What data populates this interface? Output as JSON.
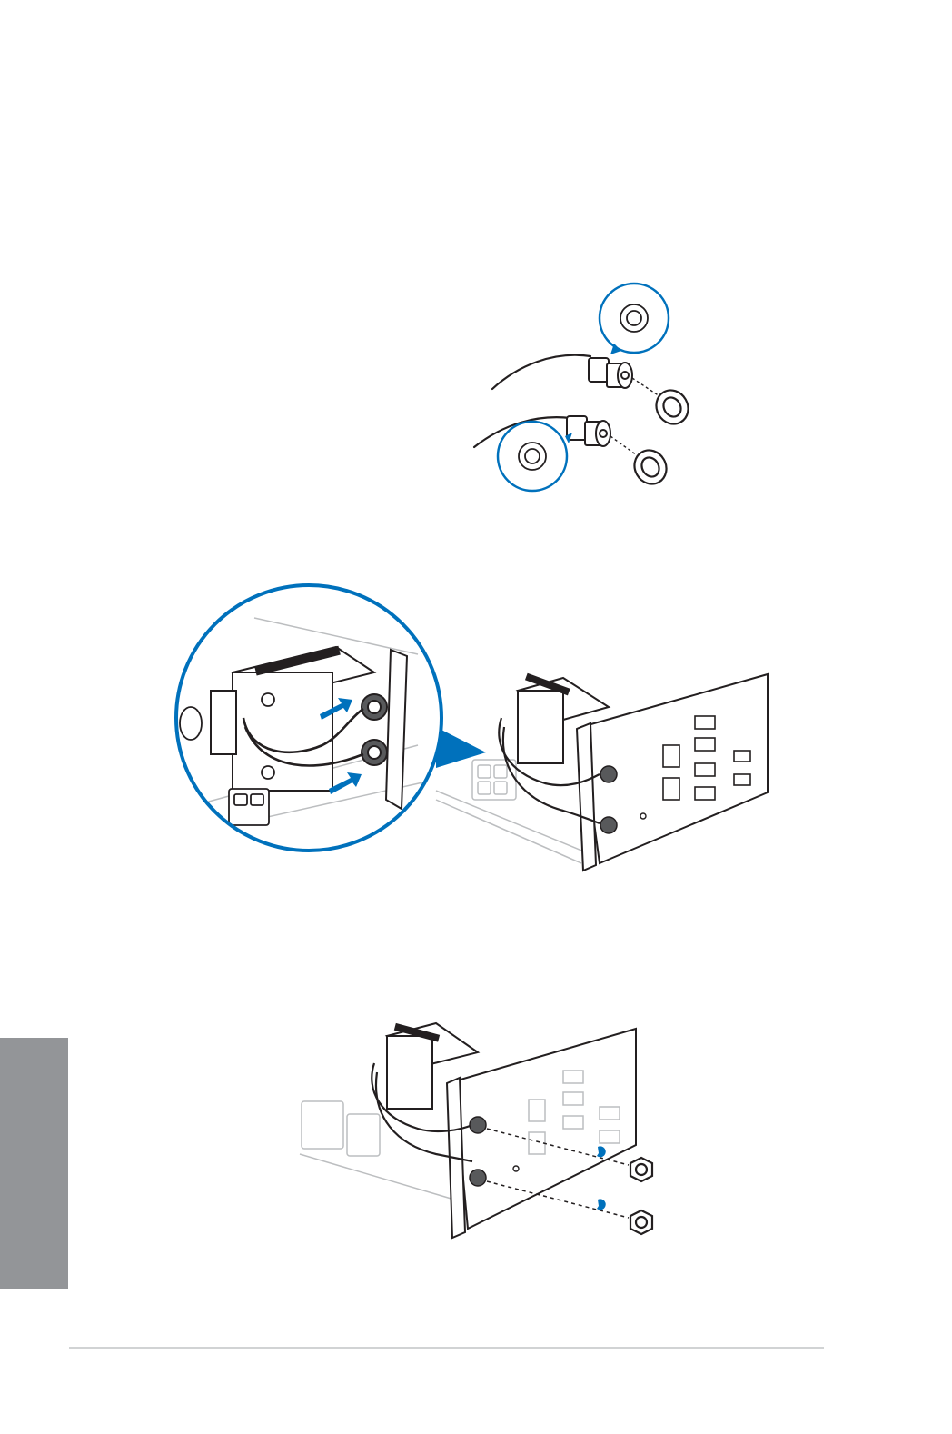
{
  "colors": {
    "accent_blue": "#0071bc",
    "line_art": "#231f20",
    "side_tab": "#939598",
    "footer_rule": "#d1d3d4"
  },
  "illustrations": [
    {
      "id": "fig1",
      "icon": "antenna-connector-lockwasher-icon"
    },
    {
      "id": "fig2",
      "icon": "wifi-module-io-shield-icon"
    },
    {
      "id": "fig3",
      "icon": "antenna-nut-fasten-icon"
    }
  ]
}
